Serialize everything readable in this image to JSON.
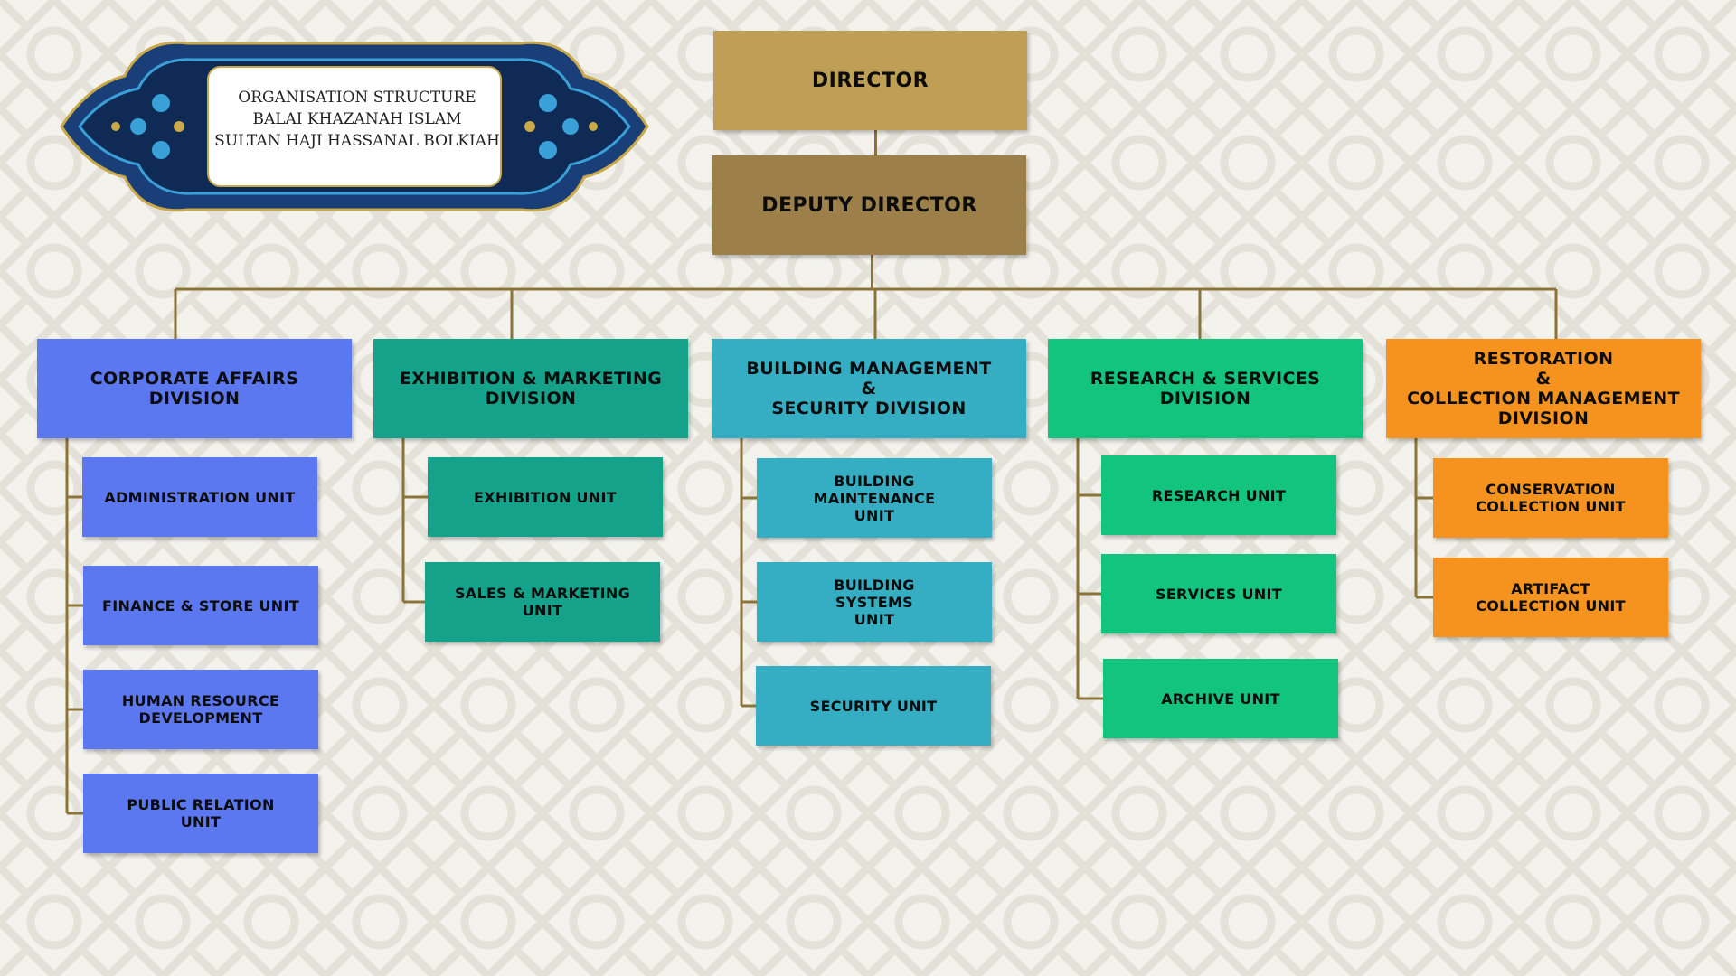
{
  "title_lines": "ORGANISATION STRUCTURE\nBALAI KHAZANAH ISLAM\nSULTAN HAJI HASSANAL BOLKIAH",
  "director": "DIRECTOR",
  "deputy_director": "DEPUTY DIRECTOR",
  "colors": {
    "director": "#bf9f55",
    "deputy": "#9c7f49",
    "connector": "#8a7438",
    "corporate": "#5b78f0",
    "exhibition": "#14a28a",
    "building": "#35aec4",
    "research": "#12c47e",
    "restoration": "#f6921e",
    "plaque_frame": "#1a3f78"
  },
  "divisions": [
    {
      "label": "CORPORATE AFFAIRS DIVISION",
      "units": [
        "ADMINISTRATION UNIT",
        "FINANCE & STORE UNIT",
        "HUMAN RESOURCE\nDEVELOPMENT",
        "PUBLIC RELATION\nUNIT"
      ]
    },
    {
      "label": "EXHIBITION & MARKETING\nDIVISION",
      "units": [
        "EXHIBITION UNIT",
        "SALES & MARKETING\nUNIT"
      ]
    },
    {
      "label": "BUILDING MANAGEMENT\n&\nSECURITY DIVISION",
      "units": [
        "BUILDING\nMAINTENANCE\nUNIT",
        "BUILDING\nSYSTEMS\nUNIT",
        "SECURITY UNIT"
      ]
    },
    {
      "label": "RESEARCH & SERVICES\nDIVISION",
      "units": [
        "RESEARCH UNIT",
        "SERVICES UNIT",
        "ARCHIVE UNIT"
      ]
    },
    {
      "label": "RESTORATION\n&\nCOLLECTION MANAGEMENT\nDIVISION",
      "units": [
        "CONSERVATION\nCOLLECTION UNIT",
        "ARTIFACT\nCOLLECTION UNIT"
      ]
    }
  ]
}
